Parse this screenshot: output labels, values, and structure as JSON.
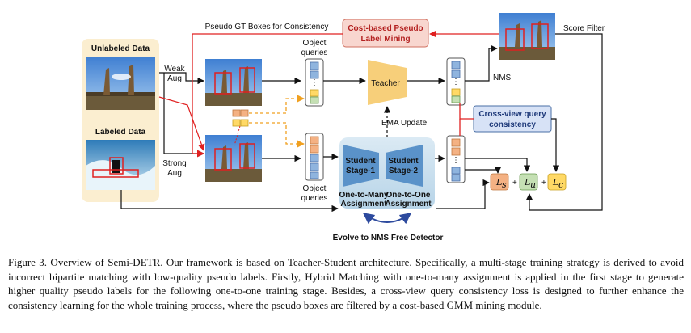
{
  "diagram": {
    "unlabeled_data": "Unlabeled Data",
    "labeled_data": "Labeled Data",
    "weak_aug_1": "Weak",
    "weak_aug_2": "Aug",
    "strong_aug_1": "Strong",
    "strong_aug_2": "Aug",
    "pseudo_gt": "Pseudo GT Boxes for Consistency",
    "cost_mining_1": "Cost-based Pseudo",
    "cost_mining_2": "Label Mining",
    "score_filter": "Score Filter",
    "object_queries_top_1": "Object",
    "object_queries_top_2": "queries",
    "object_queries_bot_1": "Object",
    "object_queries_bot_2": "queries",
    "teacher": "Teacher",
    "nms": "NMS",
    "ema_update": "EMA  Update",
    "cross_view_1": "Cross-view query",
    "cross_view_2": "consistency",
    "student1_1": "Student",
    "student1_2": "Stage-1",
    "student2_1": "Student",
    "student2_2": "Stage-2",
    "one_to_many_1": "One-to-Many",
    "one_to_many_2": "Assignment",
    "one_to_one_1": "One-to-One",
    "one_to_one_2": "Assignment",
    "evolve": "Evolve to NMS Free Detector",
    "loss_s": "L",
    "loss_s_sub": "s",
    "loss_u": "L",
    "loss_u_sub": "u",
    "loss_c": "L",
    "loss_c_sub": "c",
    "plus": "+"
  },
  "colors": {
    "data_panel": "#fbeed0",
    "teacher": "#f7cf7a",
    "student": "#cfe3f0",
    "student_trap": "#5a92c9",
    "cost_box": "#f8d6cf",
    "cross_view_box": "#d7e2f6",
    "red_arrow": "#e02020",
    "orange_dash": "#f0a020",
    "loss_s": "#f4b183",
    "loss_u": "#c5e0b4",
    "loss_c": "#ffd966"
  },
  "caption": "Figure 3. Overview of Semi-DETR. Our framework is based on Teacher-Student architecture. Specifically, a multi-stage training strategy is derived to avoid incorrect bipartite matching with low-quality pseudo labels. Firstly, Hybrid Matching with one-to-many assignment is applied in the first stage to generate higher quality pseudo labels for the following one-to-one training stage. Besides, a cross-view query consistency loss is designed to further enhance the consistency learning for the whole training process, where the pseudo boxes are filtered by a cost-based GMM mining module."
}
